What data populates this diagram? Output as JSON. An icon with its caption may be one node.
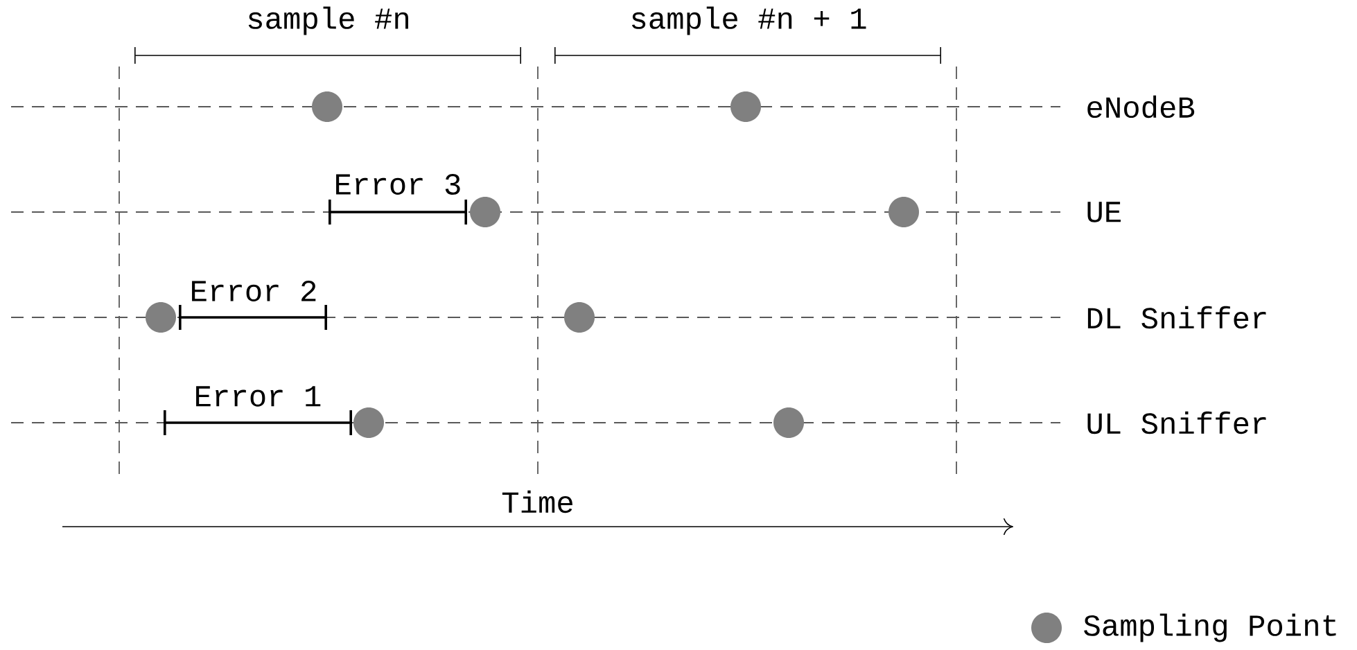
{
  "diagram": {
    "labels": [
      "sample #n",
      "sample #n + 1",
      "eNodeB",
      "Error 3",
      "UE",
      "Error 2",
      "DL Sniffer",
      "Error 1",
      "UL Sniffer",
      "Time"
    ],
    "legend": [
      {
        "text": "Sampling Point",
        "color": "#808080"
      }
    ]
  }
}
